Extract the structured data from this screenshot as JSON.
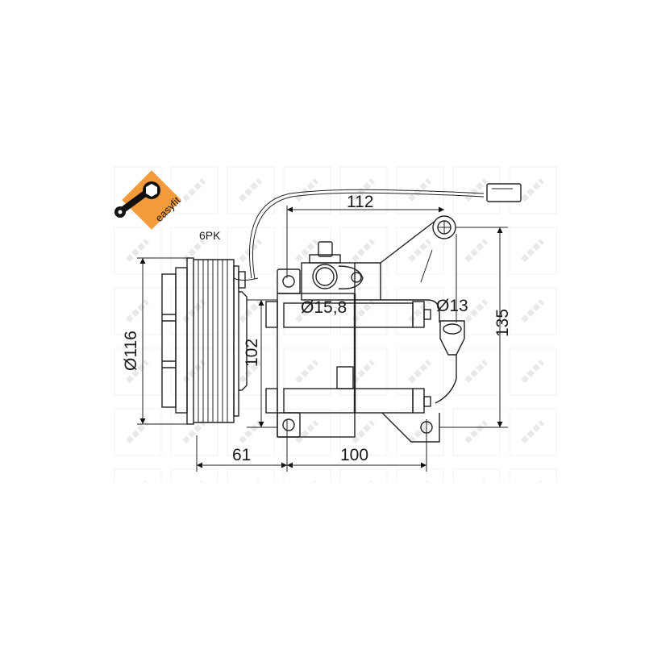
{
  "drawing": {
    "subject": "A/C compressor technical dimension drawing",
    "watermark_text": "NRF",
    "background": "#ffffff",
    "line_color": "#222222"
  },
  "badge": {
    "label": "easyfit",
    "color": "#f39a3a",
    "icon": "wrench-hex-icon"
  },
  "belt_label": "6PK",
  "dimensions": {
    "pulley_diameter": "Ø116",
    "height_mounting": "102",
    "outlet_top_width": "112",
    "port_large": "Ø15,8",
    "port_small": "Ø13",
    "overall_height": "135",
    "pulley_offset": "61",
    "mount_spacing": "100"
  }
}
